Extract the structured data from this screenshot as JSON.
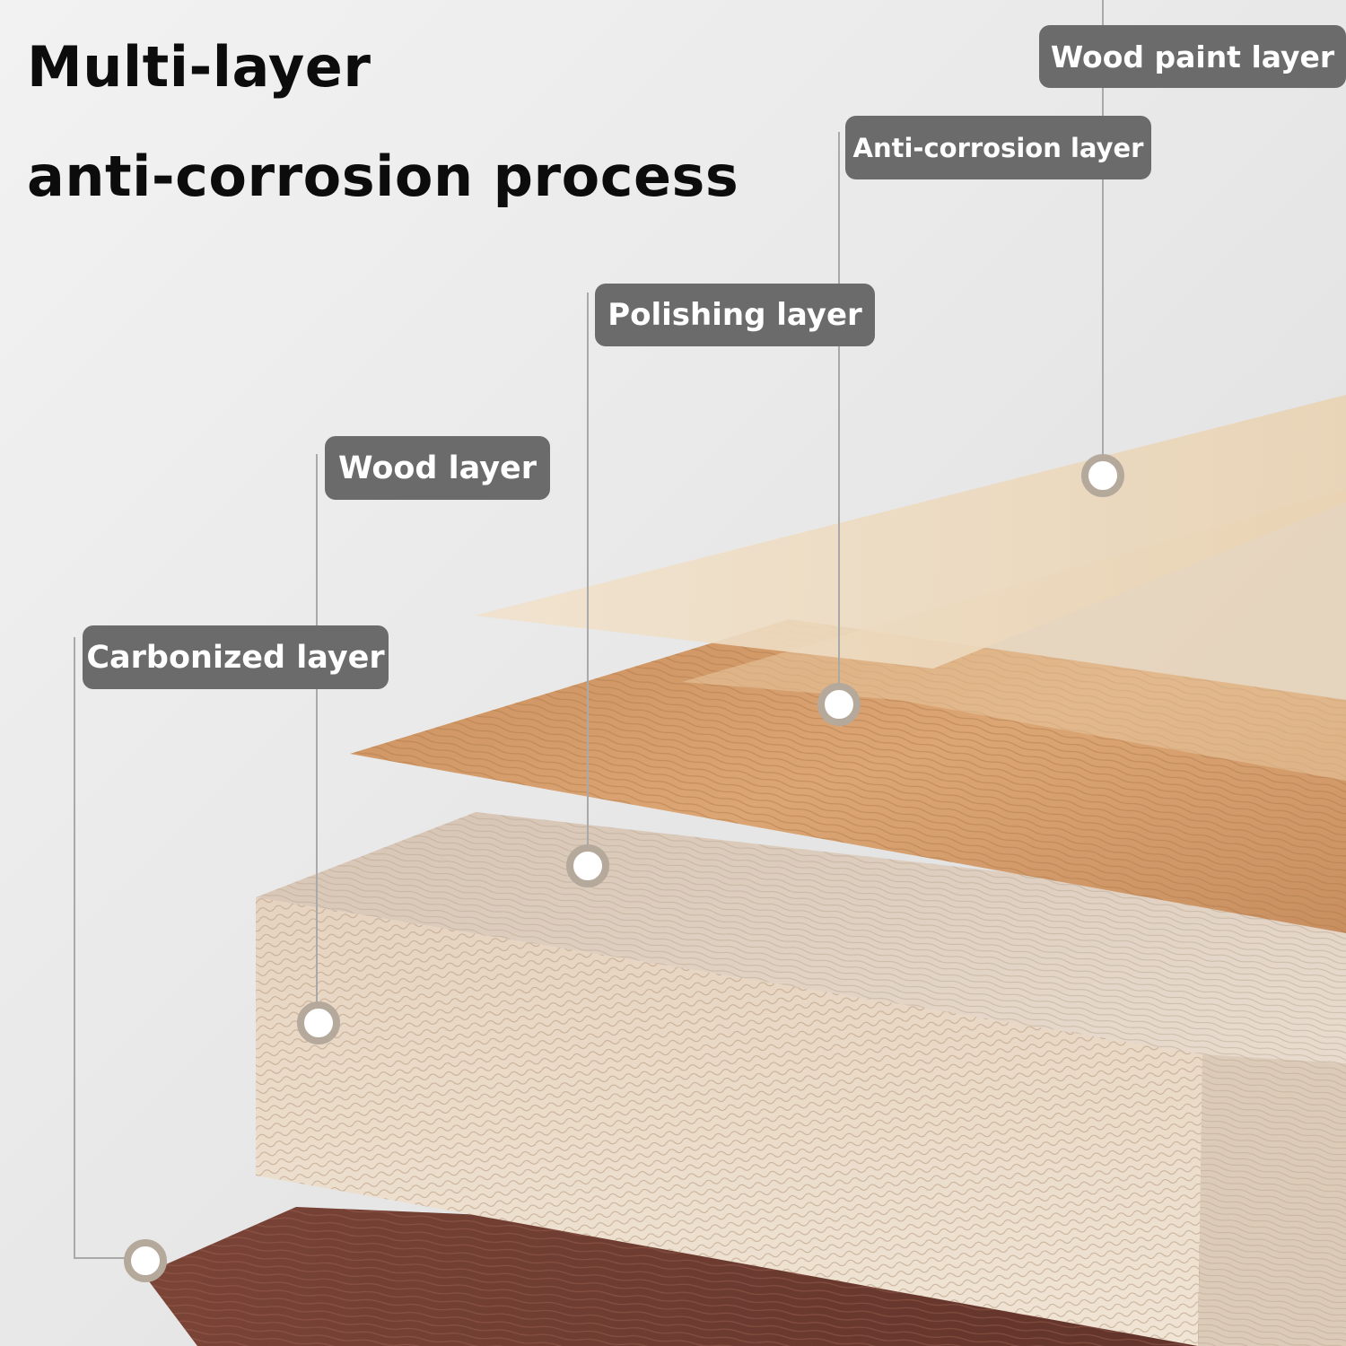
{
  "title": {
    "line1": "Multi-layer",
    "line2": "anti-corrosion process"
  },
  "layers": [
    {
      "id": "paint",
      "label": "Wood paint layer"
    },
    {
      "id": "anti",
      "label": "Anti-corrosion layer"
    },
    {
      "id": "polish",
      "label": "Polishing layer"
    },
    {
      "id": "wood",
      "label": "Wood layer"
    },
    {
      "id": "carbon",
      "label": "Carbonized layer"
    }
  ],
  "colors": {
    "label_bg": "#6b6b6b",
    "label_text": "#ffffff",
    "leader_line": "#a9a9a9",
    "paint_sheet": "#edd9bd",
    "veneer": "#d49a66",
    "core_top": "#e3d4c6",
    "core_side": "#ecdcc9",
    "carbon_base": "#6e3b30"
  }
}
